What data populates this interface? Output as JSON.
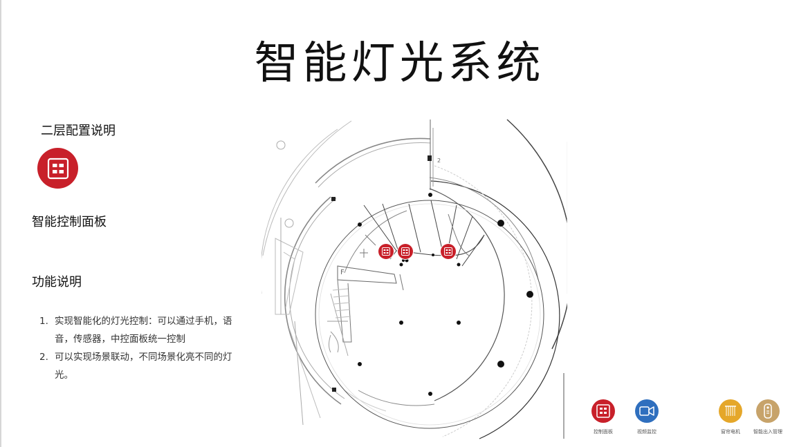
{
  "page": {
    "title": "智能灯光系统"
  },
  "section": {
    "heading": "二层配置说明"
  },
  "panel": {
    "title": "智能控制面板",
    "icon": "control-panel-icon",
    "color": "#c8202a"
  },
  "functions": {
    "title": "功能说明",
    "items": [
      {
        "num": "1.",
        "text": "实现智能化的灯光控制：可以通过手机，语音，传感器，中控面板统一控制"
      },
      {
        "num": "2.",
        "text": "可以实现场景联动，不同场景化亮不同的灯光。"
      }
    ]
  },
  "floorplan": {
    "label_stair": "F",
    "grid_no": "2",
    "markers": [
      {
        "icon": "control-panel-icon"
      },
      {
        "icon": "control-panel-icon"
      },
      {
        "icon": "control-panel-icon"
      }
    ]
  },
  "legend": [
    {
      "label": "控制面板",
      "icon": "control-panel-icon",
      "color": "#c8202a"
    },
    {
      "label": "视频监控",
      "icon": "video-camera-icon",
      "color": "#2f6fbe"
    },
    {
      "label": "窗帘电机",
      "icon": "curtain-motor-icon",
      "color": "#e5a72a"
    },
    {
      "label": "智能出入管理",
      "icon": "smart-remote-icon",
      "color": "#c7a36a"
    }
  ]
}
